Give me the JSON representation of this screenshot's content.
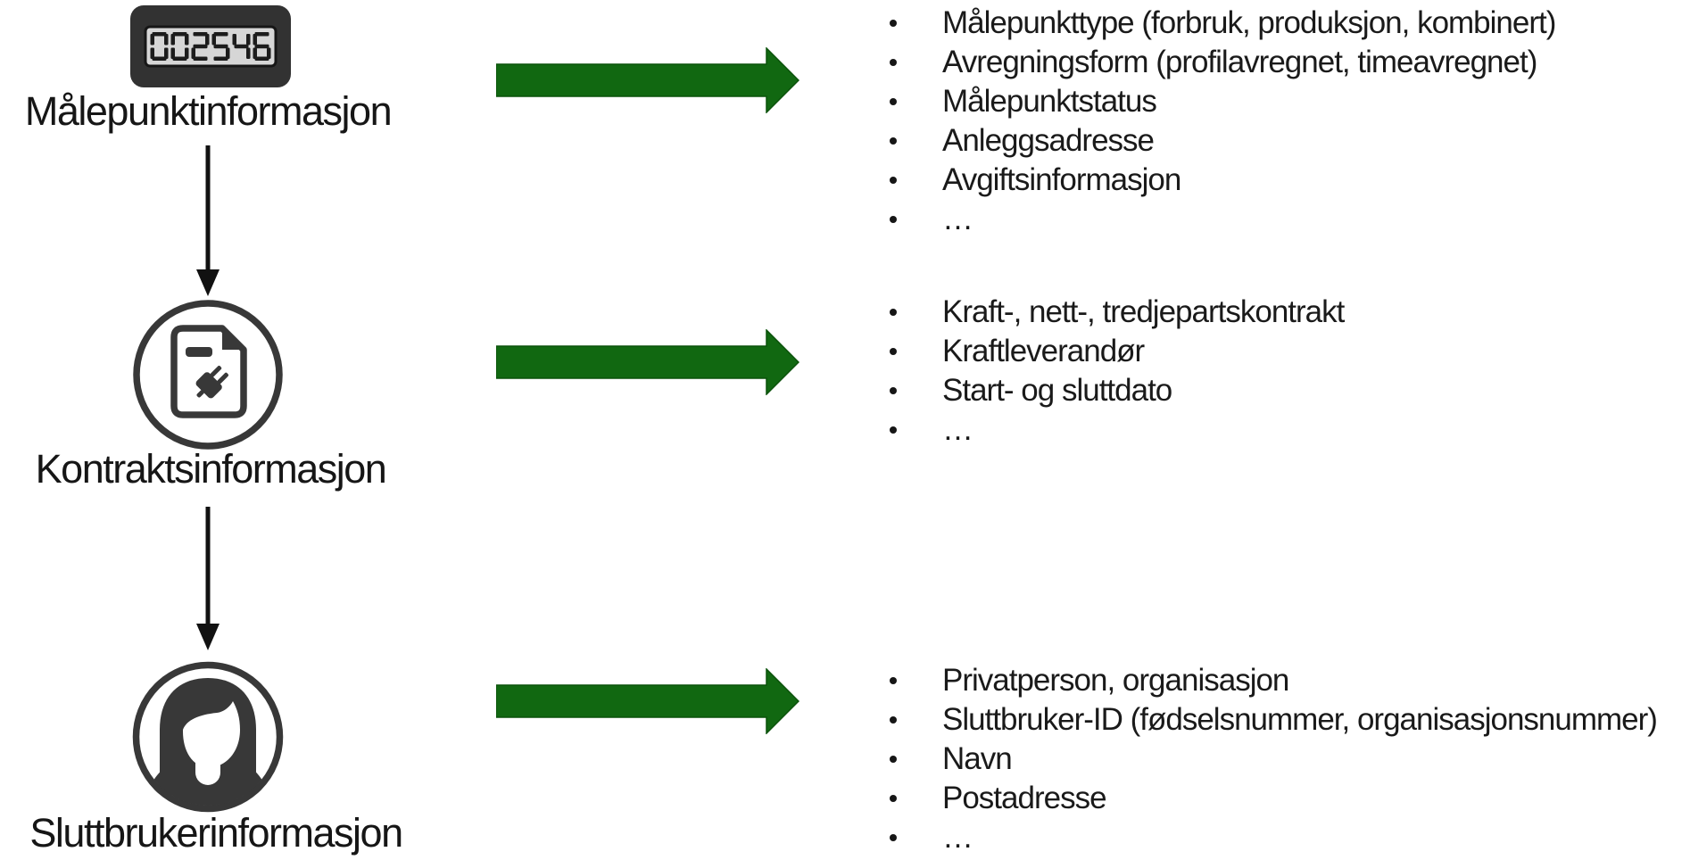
{
  "colors": {
    "accent_green": "#116811",
    "accent_green_edge": "#0b520b",
    "icon_gray": "#383838",
    "text": "#1a1a1a"
  },
  "diagram": {
    "rows": [
      {
        "label": "Målepunktinformasjon",
        "icon": "meter-icon",
        "meter_reading": "002546",
        "bullets": [
          "Målepunkttype (forbruk, produksjon, kombinert)",
          "Avregningsform (profilavregnet, timeavregnet)",
          "Målepunktstatus",
          "Anleggsadresse",
          "Avgiftsinformasjon",
          "…"
        ]
      },
      {
        "label": "Kontraktsinformasjon",
        "icon": "contract-icon",
        "bullets": [
          "Kraft-, nett-, tredjepartskontrakt",
          "Kraftleverandør",
          "Start- og sluttdato",
          "…"
        ]
      },
      {
        "label": "Sluttbrukerinformasjon",
        "icon": "end-user-icon",
        "bullets": [
          "Privatperson, organisasjon",
          "Sluttbruker-ID (fødselsnummer, organisasjonsnummer)",
          "Navn",
          "Postadresse",
          "…"
        ]
      }
    ]
  }
}
